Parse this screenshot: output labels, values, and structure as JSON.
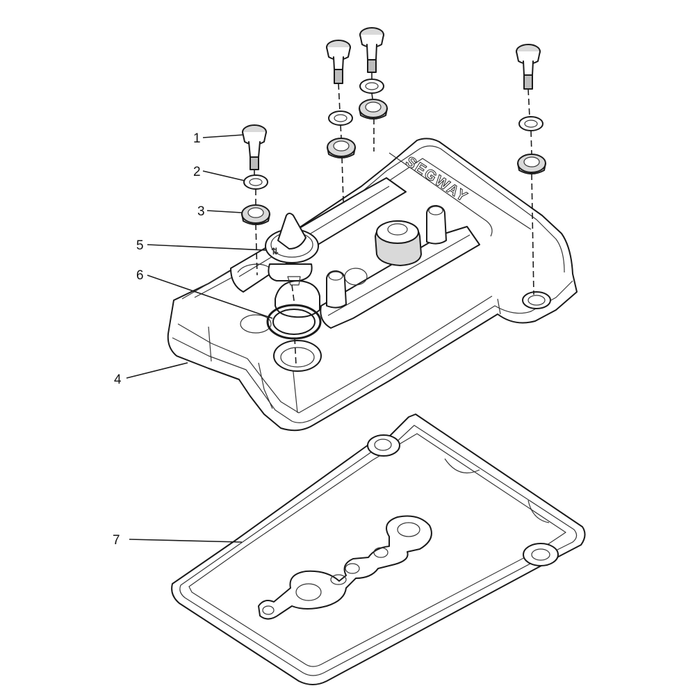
{
  "diagram": {
    "brand_text": "SEGWAY",
    "callouts": [
      {
        "label": "1",
        "part": "bolt"
      },
      {
        "label": "2",
        "part": "washer"
      },
      {
        "label": "3",
        "part": "rubber-grommet"
      },
      {
        "label": "4",
        "part": "cylinder-head-cover"
      },
      {
        "label": "5",
        "part": "oil-filler-cap"
      },
      {
        "label": "6",
        "part": "o-ring"
      },
      {
        "label": "7",
        "part": "cover-gasket"
      }
    ]
  }
}
